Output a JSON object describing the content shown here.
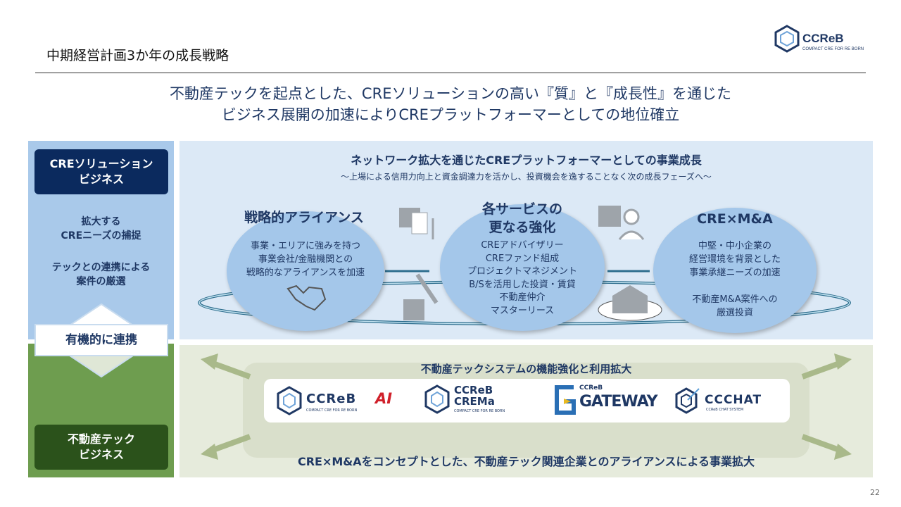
{
  "header": {
    "title": "中期経営計画3か年の成長戦略",
    "logo_text": "CCReB",
    "logo_sub": "COMPACT CRE FOR RE BORN"
  },
  "headline": [
    "不動産テックを起点とした、CREソリューションの高い『質』と『成長性』を通じた",
    "ビジネス展開の加速によりCREプラットフォーマーとしての地位確立"
  ],
  "left": {
    "cre_box": [
      "CREソリューション",
      "ビジネス"
    ],
    "point1": [
      "拡大する",
      "CREニーズの捕捉"
    ],
    "point2": [
      "テックとの連携による",
      "案件の厳選"
    ],
    "link_label": "有機的に連携",
    "tech_box": [
      "不動産テック",
      "ビジネス"
    ]
  },
  "top_panel": {
    "title": "ネットワーク拡大を通じたCREプラットフォーマーとしての事業成長",
    "subtitle": "〜上場による信用力向上と資金調達力を活かし、投資機会を逸することなく次の成長フェーズへ〜",
    "circles": [
      {
        "title": [
          "戦略的アライアンス"
        ],
        "body": [
          "事業・エリアに強みを持つ",
          "事業会社/金融機関との",
          "戦略的なアライアンスを加速"
        ]
      },
      {
        "title": [
          "各サービスの",
          "更なる強化"
        ],
        "body": [
          "CREアドバイザリー",
          "CREファンド組成",
          "プロジェクトマネジメント",
          "B/Sを活用した投資・賃貸",
          "不動産仲介",
          "マスターリース"
        ]
      },
      {
        "title": [
          "CRE×M&A"
        ],
        "body": [
          "中堅・中小企業の",
          "経営環境を背景とした",
          "事業承継ニーズの加速",
          "",
          "不動産M&A案件への",
          "厳選投資"
        ]
      }
    ]
  },
  "bottom_panel": {
    "title": "不動産テックシステムの機能強化と利用拡大",
    "products": [
      {
        "name": "CCReB",
        "suffix": "AI",
        "sub": "COMPACT CRE FOR RE BORN"
      },
      {
        "name": "CCReB",
        "suffix": "CREMa",
        "sub": "COMPACT CRE FOR RE BORN"
      },
      {
        "name": "CCReB",
        "suffix": "GATEWAY",
        "sub": ""
      },
      {
        "name": "CCCHAT",
        "suffix": "",
        "sub": "CCReB CHAT SYSTEM"
      }
    ],
    "footer": "CRE×M&Aをコンセプトとした、不動産テック関連企業とのアライアンスによる事業拡大"
  },
  "page_number": "22",
  "colors": {
    "navy": "#0b2a5e",
    "text": "#1f3864",
    "circle": "#a4c7ea",
    "green": "#2b521b",
    "accent_red": "#d0202a"
  }
}
